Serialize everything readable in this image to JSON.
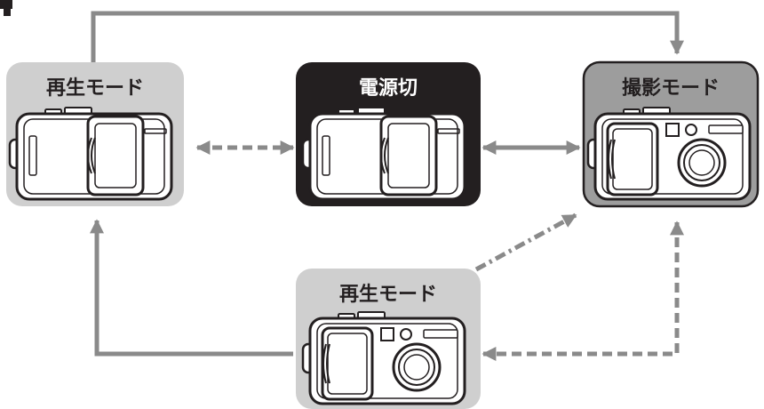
{
  "modes": {
    "playback_top": {
      "label": "再生モード",
      "lens_extended": false
    },
    "power_off": {
      "label": "電源切",
      "lens_extended": false
    },
    "shooting": {
      "label": "撮影モード",
      "lens_extended": true
    },
    "playback_bottom": {
      "label": "再生モード",
      "lens_extended": true
    }
  },
  "colors": {
    "light_box": "#cfcfcf",
    "dark_box": "#231f20",
    "shooting_box": "#9d9d9d",
    "arrow": "#8a8a8a",
    "camera_body": "#ffffff",
    "outline": "#231f20"
  }
}
